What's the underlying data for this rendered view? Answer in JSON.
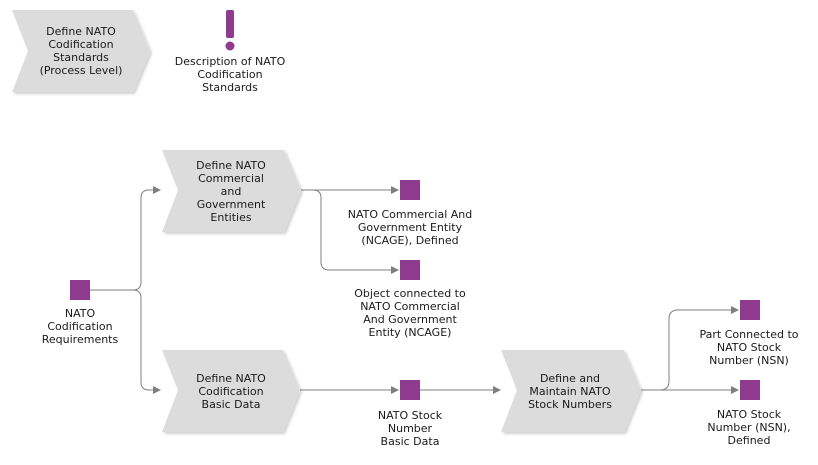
{
  "diagram": {
    "header_process": {
      "label": "Define NATO\nCodification\nStandards\n(Process Level)"
    },
    "header_description": {
      "label": "Description of NATO\nCodification\nStandards"
    },
    "processes": {
      "entities": {
        "label": "Define NATO\nCommercial\nand\nGovernment\nEntities"
      },
      "basic_data": {
        "label": "Define NATO\nCodification\nBasic Data"
      },
      "stock_numbers": {
        "label": "Define and\nMaintain NATO\nStock Numbers"
      }
    },
    "objects": {
      "requirements": {
        "label": "NATO\nCodification\nRequirements"
      },
      "ncage_defined": {
        "label": "NATO Commercial And\nGovernment Entity\n(NCAGE), Defined"
      },
      "object_ncage": {
        "label": "Object connected to\nNATO Commercial\nAnd Government\nEntity (NCAGE)"
      },
      "stock_basic": {
        "label": "NATO Stock\nNumber\nBasic Data"
      },
      "part_nsn": {
        "label": "Part Connected to\nNATO Stock\nNumber (NSN)"
      },
      "nsn_defined": {
        "label": "NATO Stock\nNumber (NSN),\nDefined"
      }
    },
    "colors": {
      "object_fill": "#8e3a8e",
      "process_fill": "#dcdcdc",
      "line": "#7f7f7f"
    }
  }
}
